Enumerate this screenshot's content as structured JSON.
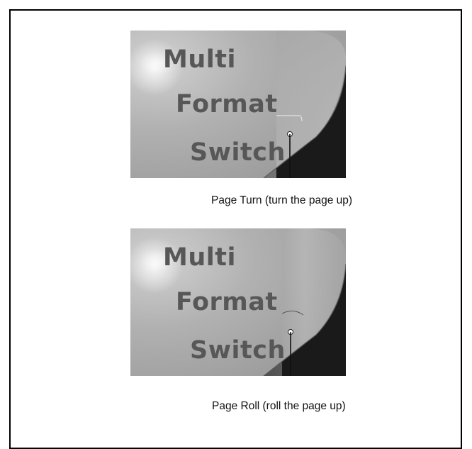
{
  "figure": {
    "panels": [
      {
        "id": "page-turn",
        "lines": [
          "Multi",
          "Format",
          "Switch"
        ],
        "caption": "Page Turn (turn the page up)"
      },
      {
        "id": "page-roll",
        "lines": [
          "Multi",
          "Format",
          "Switch"
        ],
        "caption": "Page Roll (roll the page up)"
      }
    ]
  }
}
